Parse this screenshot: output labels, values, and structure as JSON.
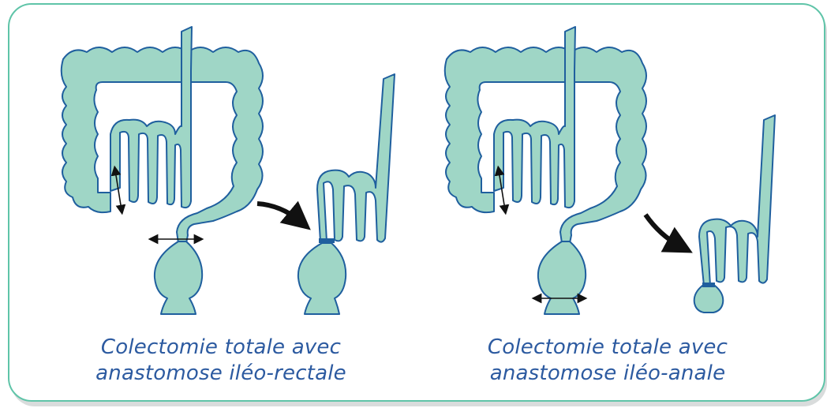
{
  "colors": {
    "organ_fill": "#9fd6c6",
    "organ_stroke": "#1f5f9e",
    "border": "#5fc4a8",
    "arrow": "#111111",
    "caption_text": "#2c5aa0"
  },
  "captions": {
    "left": {
      "line1": "Colectomie totale avec",
      "line2": "anastomose iléo-rectale"
    },
    "right": {
      "line1": "Colectomie totale avec",
      "line2": "anastomose iléo-anale"
    }
  }
}
